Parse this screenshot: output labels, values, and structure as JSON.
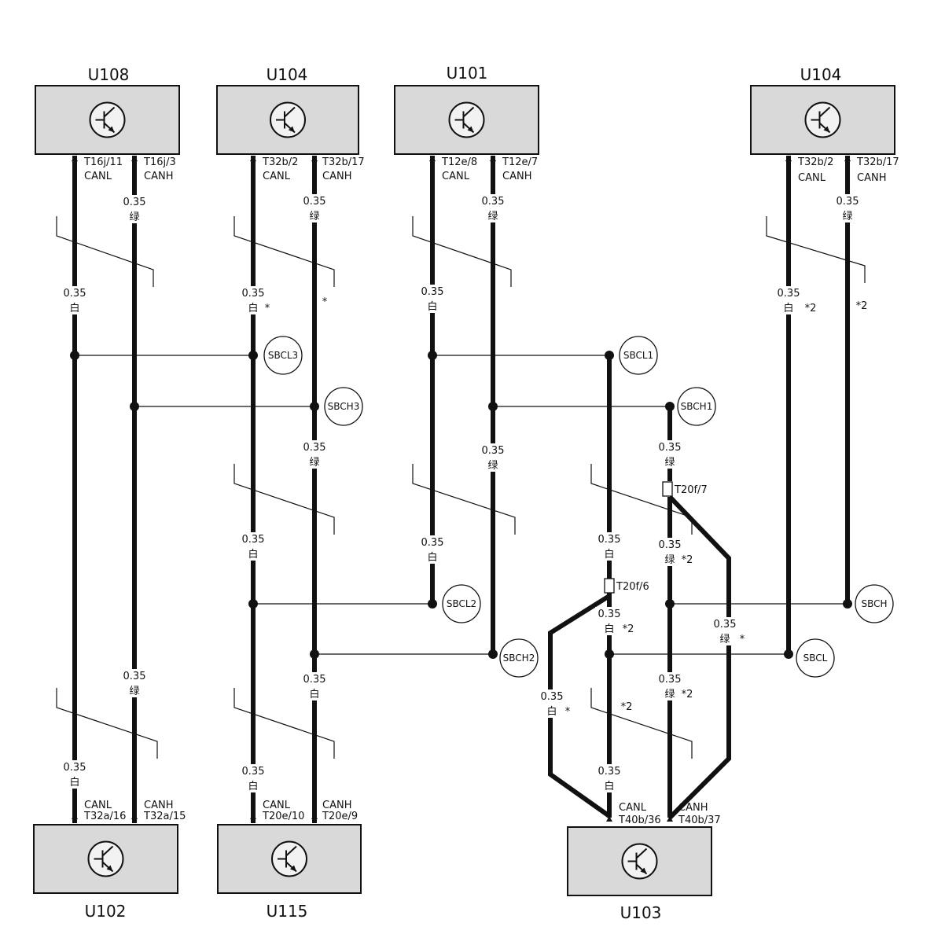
{
  "modules": [
    {
      "id": "U108",
      "label": "U108"
    },
    {
      "id": "U104a",
      "label": "U104"
    },
    {
      "id": "U101",
      "label": "U101"
    },
    {
      "id": "U104b",
      "label": "U104"
    },
    {
      "id": "U102",
      "label": "U102"
    },
    {
      "id": "U115",
      "label": "U115"
    },
    {
      "id": "U103",
      "label": "U103"
    }
  ],
  "pins": [
    {
      "code": "T16j/11",
      "sig": "CANL"
    },
    {
      "code": "T16j/3",
      "sig": "CANH"
    },
    {
      "code": "T32b/2",
      "sig": "CANL"
    },
    {
      "code": "T32b/17",
      "sig": "CANH"
    },
    {
      "code": "T12e/8",
      "sig": "CANL"
    },
    {
      "code": "T12e/7",
      "sig": "CANH"
    },
    {
      "code": "T32b/2",
      "sig": "CANL"
    },
    {
      "code": "T32b/17",
      "sig": "CANH"
    },
    {
      "code": "T32a/16",
      "sig": "CANL"
    },
    {
      "code": "T32a/15",
      "sig": "CANH"
    },
    {
      "code": "T20e/10",
      "sig": "CANL"
    },
    {
      "code": "T20e/9",
      "sig": "CANH"
    },
    {
      "code": "T40b/36",
      "sig": "CANL"
    },
    {
      "code": "T40b/37",
      "sig": "CANH"
    }
  ],
  "splices": [
    "SBCL3",
    "SBCH3",
    "SBCL1",
    "SBCH1",
    "SBCL2",
    "SBCH2",
    "SBCH",
    "SBCL"
  ],
  "wire_labels": [
    {
      "size": "0.35",
      "color": "绿",
      "mark": ""
    },
    {
      "size": "0.35",
      "color": "白",
      "mark": ""
    },
    {
      "size": "0.35",
      "color": "白",
      "mark": "*"
    },
    {
      "size": "0.35",
      "color": "绿",
      "mark": ""
    },
    {
      "size": "0.35",
      "color": "白",
      "mark": ""
    },
    {
      "size": "0.35",
      "color": "绿",
      "mark": ""
    },
    {
      "size": "0.35",
      "color": "绿",
      "mark": ""
    },
    {
      "size": "0.35",
      "color": "白",
      "mark": "*2"
    },
    {
      "size": "0.35",
      "color": "白",
      "mark": ""
    },
    {
      "size": "0.35",
      "color": "绿",
      "mark": ""
    },
    {
      "size": "0.35",
      "color": "白",
      "mark": ""
    },
    {
      "size": "0.35",
      "color": "绿",
      "mark": ""
    },
    {
      "size": "0.35",
      "color": "绿",
      "mark": ""
    },
    {
      "size": "0.35",
      "color": "白",
      "mark": ""
    },
    {
      "size": "0.35",
      "color": "白",
      "mark": ""
    },
    {
      "size": "0.35",
      "color": "绿",
      "mark": ""
    },
    {
      "size": "0.35",
      "color": "白",
      "mark": ""
    },
    {
      "size": "0.35",
      "color": "白",
      "mark": ""
    },
    {
      "size": "0.35",
      "color": "绿",
      "mark": "*2"
    },
    {
      "size": "0.35",
      "color": "白",
      "mark": "*2"
    },
    {
      "size": "0.35",
      "color": "绿",
      "mark": "*"
    },
    {
      "size": "0.35",
      "color": "绿",
      "mark": "*2"
    },
    {
      "size": "0.35",
      "color": "白",
      "mark": "*"
    },
    {
      "size": "0.35",
      "color": "白",
      "mark": ""
    }
  ],
  "marks": [
    "*",
    "*2",
    "*2"
  ],
  "connectors": [
    "T20f/7",
    "T20f/6"
  ]
}
